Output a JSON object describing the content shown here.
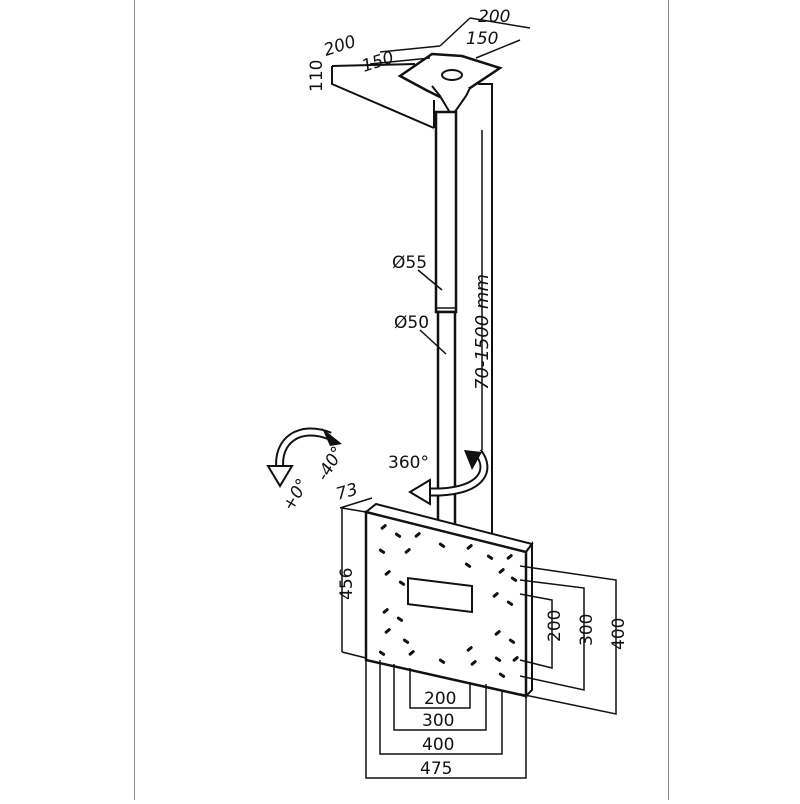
{
  "ceiling_plate": {
    "width_label": "200",
    "width_inner_label": "150",
    "depth_label": "200",
    "depth_inner_label": "150",
    "height_label": "110"
  },
  "pole": {
    "outer_diameter_label": "Ø55",
    "inner_diameter_label": "Ø50",
    "length_label": "70-1500 mm"
  },
  "rotation": {
    "swivel_label": "360°",
    "tilt_max_label": "-40°",
    "tilt_min_label": "+0°"
  },
  "tv_plate": {
    "depth_label": "73",
    "height_label": "456",
    "vesa_vertical": [
      "200",
      "300",
      "400"
    ],
    "vesa_horizontal": [
      "200",
      "300",
      "400",
      "475"
    ]
  }
}
